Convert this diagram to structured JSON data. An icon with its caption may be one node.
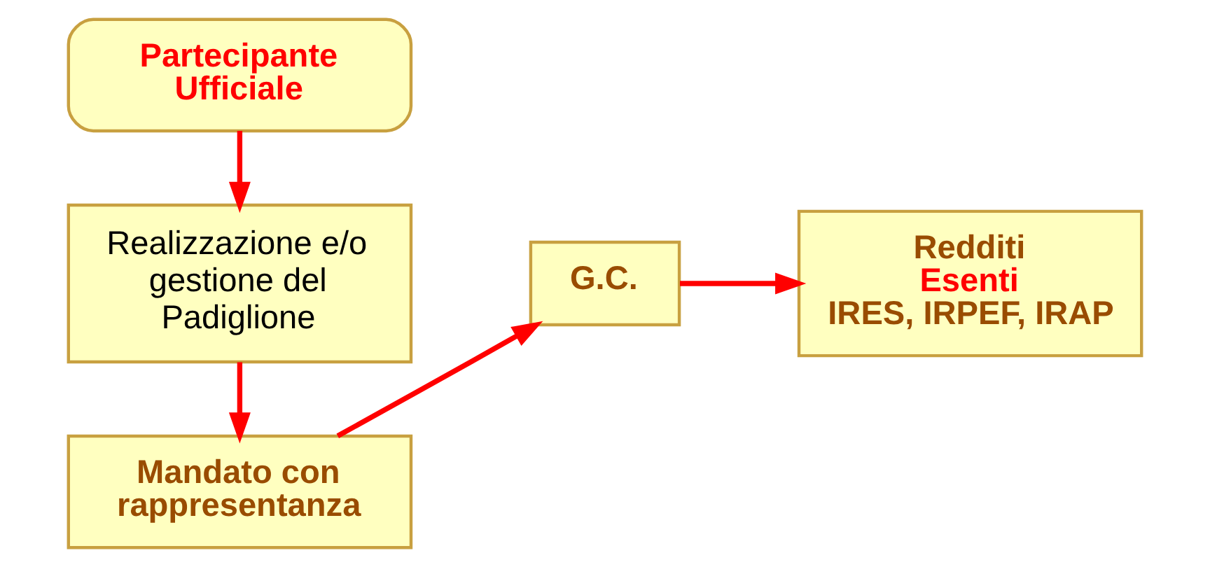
{
  "diagram": {
    "nodes": [
      {
        "text": [
          "Partecipante Ufficiale"
        ]
      },
      {
        "text": [
          "Realizzazione e/o gestione del Padiglione"
        ]
      },
      {
        "text": [
          "Mandato con rappresentanza"
        ]
      },
      {
        "text": [
          "G.C."
        ]
      },
      {
        "text": [
          "Redditi",
          "Esenti",
          "IRES, IRPEF, IRAP"
        ]
      }
    ],
    "edges": [
      {
        "from": 0,
        "to": 1,
        "arrow": "to"
      },
      {
        "from": 1,
        "to": 2,
        "arrow": "to"
      },
      {
        "from": 2,
        "to": 3,
        "arrow": "to"
      },
      {
        "from": 3,
        "to": 4,
        "arrow": "to"
      }
    ]
  }
}
